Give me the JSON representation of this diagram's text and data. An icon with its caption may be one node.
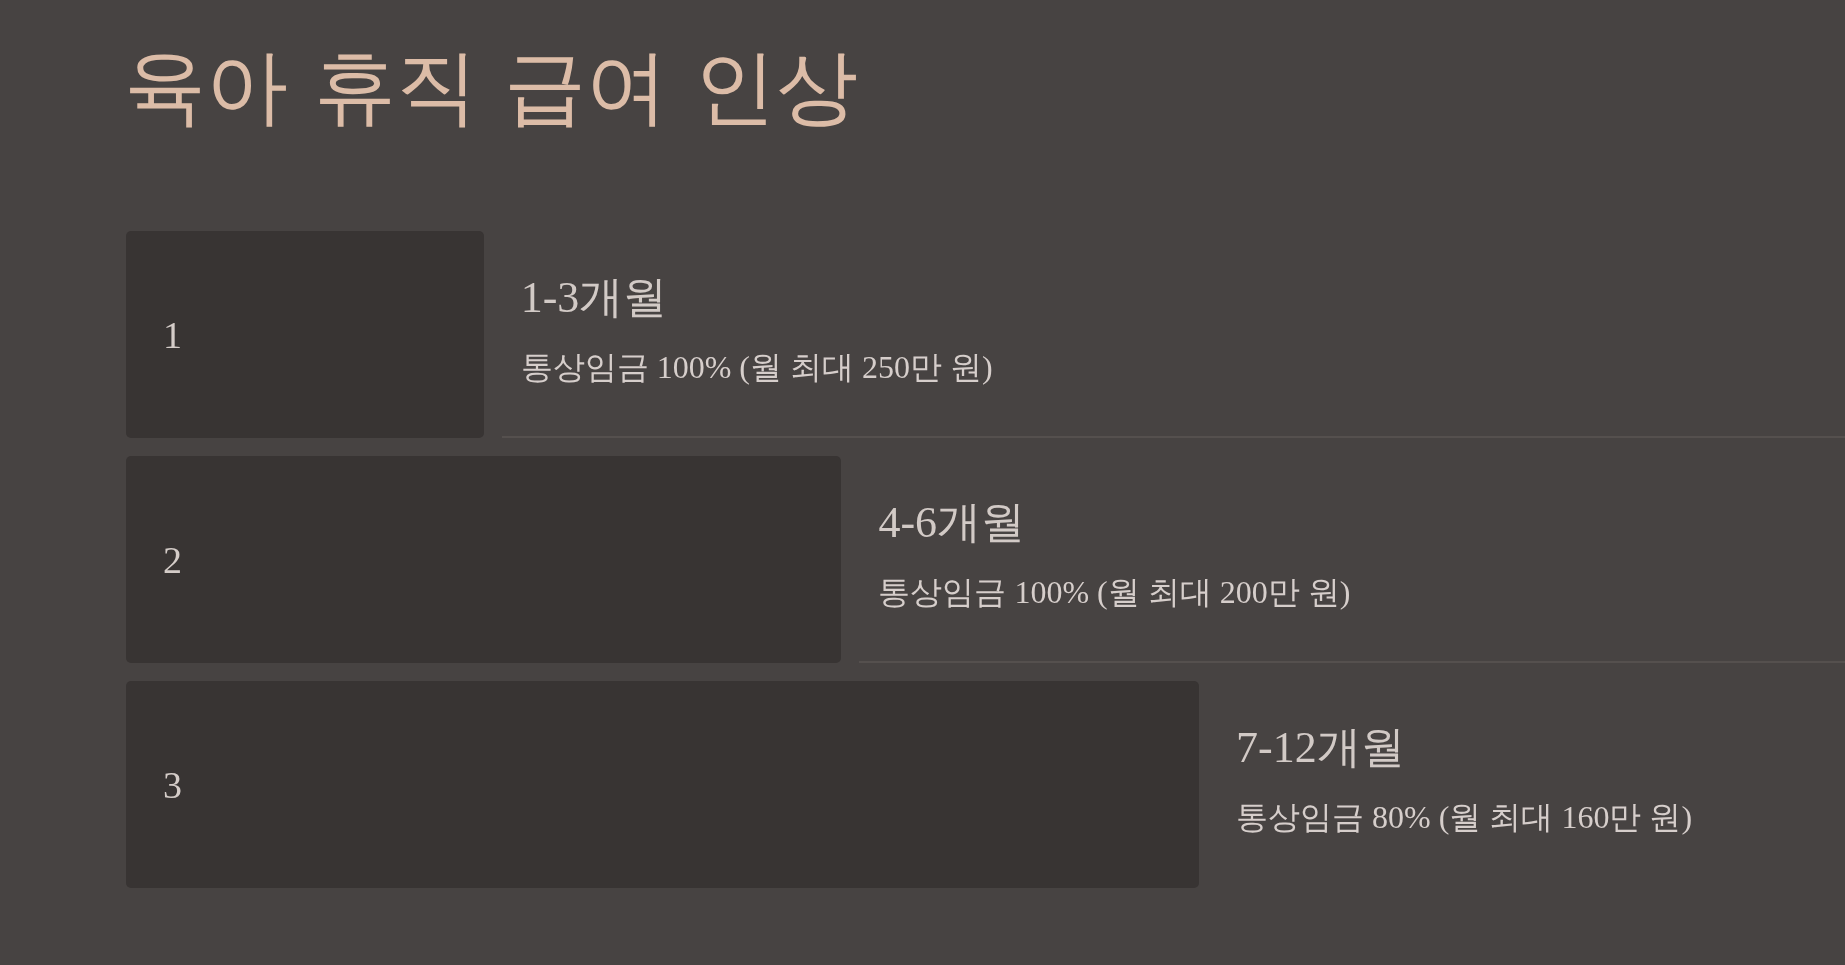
{
  "diagram": {
    "title": "육아 휴직 급여 인상",
    "nodes": [
      {
        "text": [
          "1"
        ],
        "beside": [
          "1-3개월",
          "통상임금 100% (월 최대 250만 원)"
        ]
      },
      {
        "text": [
          "2"
        ],
        "beside": [
          "4-6개월",
          "통상임금 100% (월 최대 200만 원)"
        ]
      },
      {
        "text": [
          "3"
        ],
        "beside": [
          "7-12개월",
          "통상임금 80% (월 최대 160만 원)"
        ]
      }
    ]
  }
}
